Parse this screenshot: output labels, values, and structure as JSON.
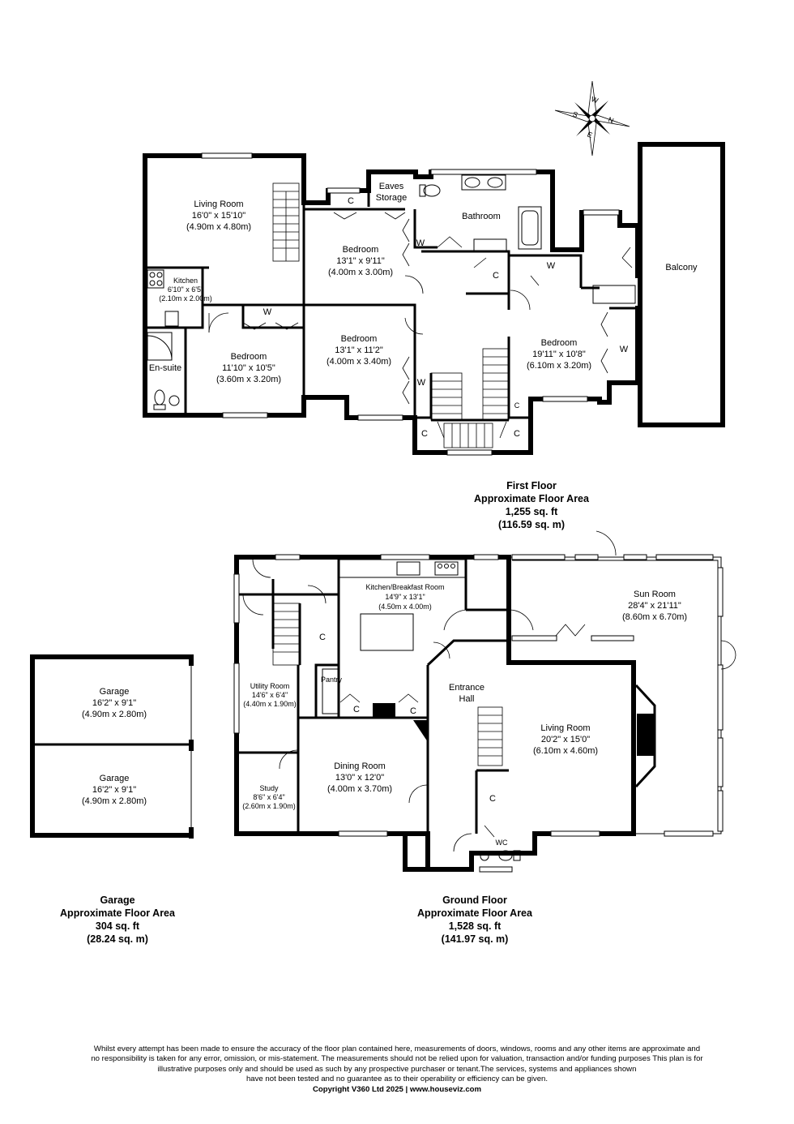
{
  "compass": {
    "letters": [
      "W",
      "N",
      "S",
      "E"
    ]
  },
  "first_floor": {
    "rooms": [
      {
        "name": "Living Room",
        "imperial": "16'0\" x 15'10\"",
        "metric": "(4.90m x 4.80m)"
      },
      {
        "name": "Kitchen",
        "imperial": "6'10\" x 6'5\"",
        "metric": "(2.10m x 2.00m)"
      },
      {
        "name": "En-suite"
      },
      {
        "name": "Bedroom",
        "imperial": "11'10\" x 10'5\"",
        "metric": "(3.60m x 3.20m)"
      },
      {
        "name": "Bedroom",
        "imperial": "13'1\" x 9'11\"",
        "metric": "(4.00m x 3.00m)"
      },
      {
        "name": "Bedroom",
        "imperial": "13'1\" x 11'2\"",
        "metric": "(4.00m x 3.40m)"
      },
      {
        "name": "Eaves",
        "name2": "Storage"
      },
      {
        "name": "Bathroom"
      },
      {
        "name": "Bedroom",
        "imperial": "19'11\" x 10'8\"",
        "metric": "(6.10m x 3.20m)"
      },
      {
        "name": "Balcony"
      }
    ],
    "area": {
      "title": "First Floor",
      "subtitle": "Approximate Floor Area",
      "sqft": "1,255 sq. ft",
      "sqm": "(116.59 sq. m)"
    }
  },
  "ground_floor": {
    "rooms": [
      {
        "name": "Kitchen/Breakfast Room",
        "imperial": "14'9\" x 13'1\"",
        "metric": "(4.50m x 4.00m)"
      },
      {
        "name": "Sun Room",
        "imperial": "28'4\" x 21'11\"",
        "metric": "(8.60m x 6.70m)"
      },
      {
        "name": "Utility Room",
        "imperial": "14'6\" x 6'4\"",
        "metric": "(4.40m x 1.90m)"
      },
      {
        "name": "Pantry"
      },
      {
        "name": "Entrance",
        "name2": "Hall"
      },
      {
        "name": "Living Room",
        "imperial": "20'2\" x 15'0\"",
        "metric": "(6.10m x 4.60m)"
      },
      {
        "name": "Dining Room",
        "imperial": "13'0\" x 12'0\"",
        "metric": "(4.00m x 3.70m)"
      },
      {
        "name": "Study",
        "imperial": "8'6\" x 6'4\"",
        "metric": "(2.60m x 1.90m)"
      },
      {
        "name": "WC"
      }
    ],
    "area": {
      "title": "Ground Floor",
      "subtitle": "Approximate Floor Area",
      "sqft": "1,528 sq. ft",
      "sqm": "(141.97 sq. m)"
    }
  },
  "garage": {
    "rooms": [
      {
        "name": "Garage",
        "imperial": "16'2\" x 9'1\"",
        "metric": "(4.90m x 2.80m)"
      },
      {
        "name": "Garage",
        "imperial": "16'2\" x 9'1\"",
        "metric": "(4.90m x 2.80m)"
      }
    ],
    "area": {
      "title": "Garage",
      "subtitle": "Approximate Floor Area",
      "sqft": "304 sq. ft",
      "sqm": "(28.24 sq. m)"
    }
  },
  "markers": {
    "wardrobe": "W",
    "cupboard": "C"
  },
  "disclaimer": {
    "lines": [
      "Whilst every attempt has been made to ensure the accuracy of the floor plan contained here, measurements of doors, windows, rooms and any other items are approximate and",
      "no responsibility is taken for any error, omission, or mis-statement.  The measurements should not be relied upon for valuation, transaction and/or funding purposes This plan is for",
      "illustrative purposes only and should be used as such by any prospective purchaser or tenant.The services, systems and appliances shown",
      "have not been tested and no guarantee as to their operability or efficiency can be given."
    ],
    "copyright": "Copyright V360 Ltd 2025 | www.houseviz.com"
  }
}
